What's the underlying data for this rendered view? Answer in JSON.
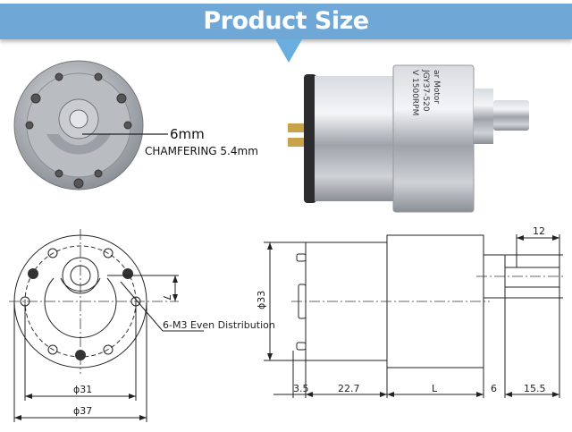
{
  "header": {
    "title": "Product Size",
    "accent": "#6fa8d6"
  },
  "front_photo": {
    "shaft_diameter": "6mm",
    "chamfering": "CHAMFERING 5.4mm"
  },
  "side_photo": {
    "label_lines": [
      "ar Motor",
      "JGY37-520",
      "V 1500RPM"
    ]
  },
  "front_drawing": {
    "hole_label": "6-M3 Even Distribution",
    "offset_dim": "7",
    "pitch_diameter": "ϕ31",
    "outer_diameter": "ϕ37"
  },
  "side_drawing": {
    "body_diameter": "ϕ33",
    "shaft_length": "12",
    "dims": [
      "3.5",
      "22.7",
      "L",
      "6",
      "15.5"
    ]
  }
}
